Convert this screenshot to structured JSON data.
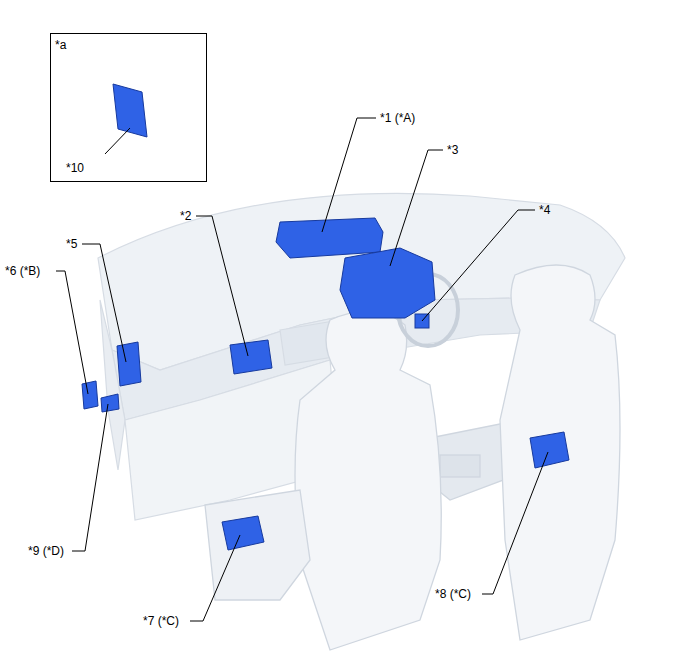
{
  "diagram": {
    "nodes": [
      {
        "text": [
          "*a",
          "*10"
        ]
      }
    ],
    "labels": [
      "*1 (*A)",
      "*3",
      "*2",
      "*4",
      "*6 (*B)",
      "*5",
      "*9 (*D)",
      "*7 (*C)",
      "*8 (*C)"
    ]
  }
}
